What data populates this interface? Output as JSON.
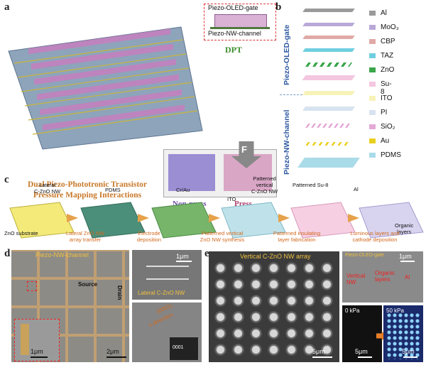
{
  "panel_a": {
    "label": "a",
    "inset_top": "Piezo-OLED-gate",
    "inset_bottom": "Piezo-NW-channel",
    "dpt": "DPT",
    "title_line1": "Dual Piezo-Phototronic Transistor",
    "title_line2": "Pressure Mapping Interactions",
    "force_label": "F",
    "non_press": "Non-press",
    "press": "Press"
  },
  "panel_b": {
    "label": "b",
    "group_top": "Piezo-OLED-gate",
    "group_bottom": "Piezo-NW-channel",
    "legend": [
      {
        "name": "Al",
        "color": "#9a9a9a"
      },
      {
        "name": "MoO₃",
        "color": "#b9a8d8"
      },
      {
        "name": "CBP",
        "color": "#e0a9a5"
      },
      {
        "name": "TAZ",
        "color": "#6fcfe0"
      },
      {
        "name": "ZnO",
        "color": "#3aa64a"
      },
      {
        "name": "Su-8",
        "color": "#f4c6e0"
      },
      {
        "name": "ITO",
        "color": "#f7f2b8"
      },
      {
        "name": "PI",
        "color": "#d8e3f0"
      },
      {
        "name": "SiO₂",
        "color": "#e4a9d6"
      },
      {
        "name": "Au",
        "color": "#e8d020"
      },
      {
        "name": "PDMS",
        "color": "#a9dbe9"
      }
    ]
  },
  "panel_c": {
    "label": "c",
    "top_labels": [
      "Lateral\nC-ZnO NW",
      "PDMS",
      "Cr/Au",
      "ITO",
      "Patterned\nvertical\nC-ZnO NW",
      "Patterned Su-8",
      "Al"
    ],
    "substrate": "ZnO substrate",
    "organic": "Organic\nlayers",
    "steps": [
      "Lateral ZnO NW\narray transfer",
      "Electrode\ndeposition",
      "Patterned vertical\nZnO NW synthesis",
      "Patterned insulating\nlayer fabrication",
      "Luminous layers and\ncathode deposition"
    ]
  },
  "panel_d": {
    "label": "d",
    "title": "Piezo-NW-channel",
    "source": "Source",
    "drain": "Drain",
    "scale_main": "2μm",
    "scale_inset": "1μm",
    "tr_scale": "1μm",
    "tr_caption": "Lateral C-ZnO NW",
    "br_dir1": "(0001)",
    "br_dir2": "c-direction",
    "br_fft": "0001"
  },
  "panel_e": {
    "label": "e",
    "title": "Vertical C-ZnO NW array",
    "scale_main": "5μm",
    "tr_scale": "1μm",
    "tr_top_label": "Piezo-OLED-gate",
    "vertical_nw": "Vertical\nNW",
    "organic": "Organic\nlayers",
    "al": "Al",
    "br_left_top": "0 kPa",
    "br_right_top": "50 kPa",
    "br_left_scale": "5μm",
    "br_right_scale": "5μm"
  }
}
